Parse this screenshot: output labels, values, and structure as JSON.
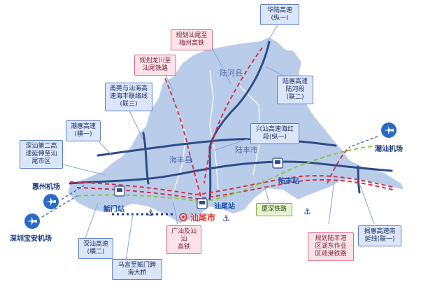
{
  "places": {
    "luhe": "陆河县",
    "lufeng": "陆丰市",
    "haifeng": "海丰县",
    "shanwei": "汕尾市"
  },
  "stations": {
    "shanwei_station": "汕尾站",
    "lufeng_station": "陆丰站",
    "lumen_station": "鲘门站"
  },
  "airports": {
    "huizhou": "惠州机场",
    "shenzhen": "深圳宝安机场",
    "chaoshan": "潮汕机场"
  },
  "callouts": {
    "hualu": "华陆高速\n(纵一)",
    "shanmei": "规划汕尾至\n梅州高铁",
    "longshan": "规划龙川至\n汕尾铁路",
    "luhe_seg": "陆惠高速\n陆河段\n(联二)",
    "yonghai": "甬莞与汕海高\n速海丰联络线\n(联三)",
    "chaohui": "潮惠高速\n(横一)",
    "shenshan_ext": "深汕第二高\n速延伸至汕\n尾市区",
    "xingshan": "兴汕高速海红\n段(纵一)",
    "shenshan": "深汕高速\n(横二)",
    "magong": "马宫至鲘门跨\n海大桥",
    "guangshan": "广汕及汕汕\n高铁",
    "xiashen": "厦深铁路",
    "port_rail": "规划陆丰港\n区湖东作业\n区疏港铁路",
    "jiehui": "揭惠高速南\n延线(联一)"
  },
  "colors": {
    "land": "#b9cdea",
    "land_edge": "#ffffff",
    "highway": "#2e4d86",
    "rail_planned": "#d9304a",
    "railway": "#8cc63f",
    "bridge": "#1d3f8f",
    "city_marker": "#e03232"
  }
}
